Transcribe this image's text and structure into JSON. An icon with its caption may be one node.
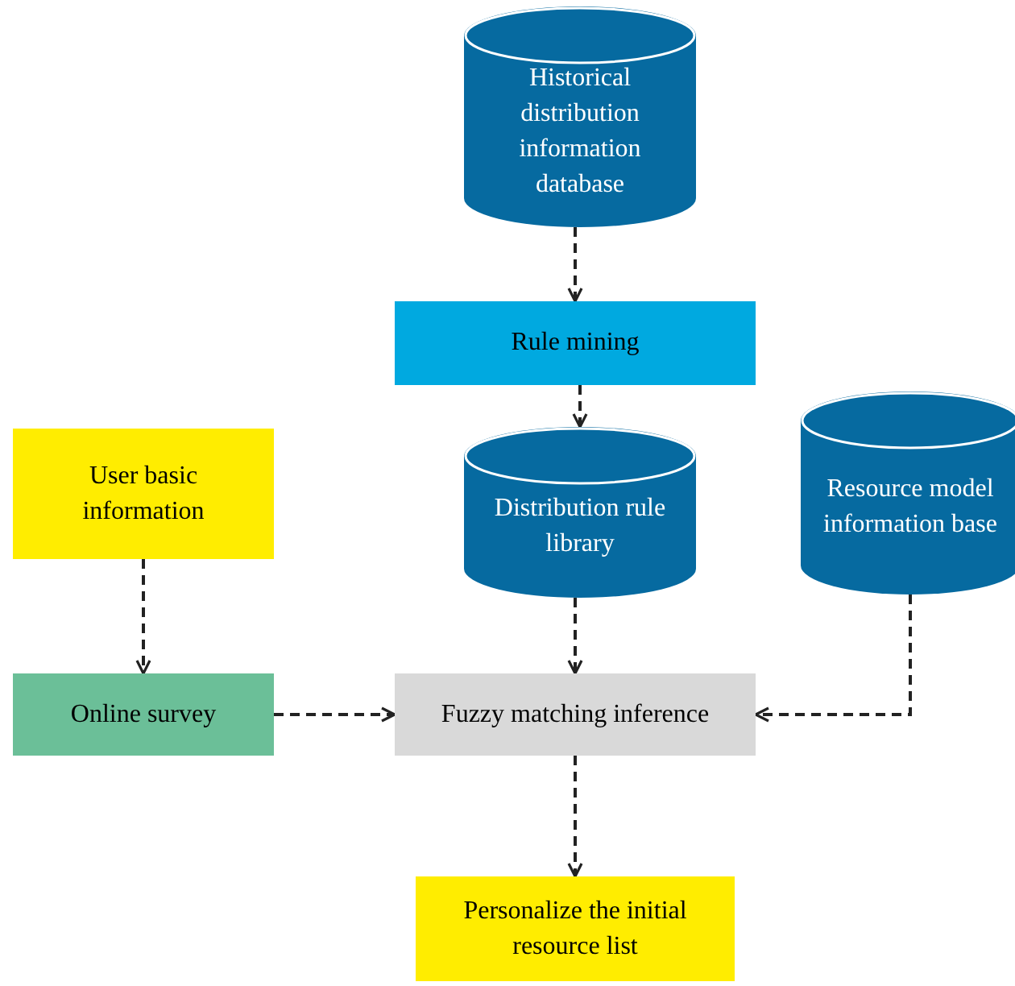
{
  "diagram": {
    "nodes": [
      {
        "text": [
          "Historical distribution information database"
        ]
      },
      {
        "text": [
          "Rule mining"
        ]
      },
      {
        "text": [
          "Distribution rule library"
        ]
      },
      {
        "text": [
          "Resource model information base"
        ]
      },
      {
        "text": [
          "User basic information"
        ]
      },
      {
        "text": [
          "Online survey"
        ]
      },
      {
        "text": [
          "Fuzzy matching inference"
        ]
      },
      {
        "text": [
          "Personalize the initial resource list"
        ]
      }
    ],
    "edges": [
      {
        "from": 0,
        "to": 1,
        "arrow": "to",
        "style": "dashed"
      },
      {
        "from": 1,
        "to": 2,
        "arrow": "to",
        "style": "dashed"
      },
      {
        "from": 2,
        "to": 6,
        "arrow": "to",
        "style": "dashed"
      },
      {
        "from": 4,
        "to": 5,
        "arrow": "to",
        "style": "dashed"
      },
      {
        "from": 5,
        "to": 6,
        "arrow": "to",
        "style": "dashed"
      },
      {
        "from": 3,
        "to": 6,
        "arrow": "to",
        "style": "dashed"
      },
      {
        "from": 6,
        "to": 7,
        "arrow": "to",
        "style": "dashed"
      }
    ]
  }
}
